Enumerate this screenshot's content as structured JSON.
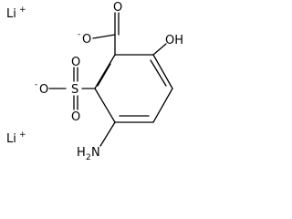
{
  "molecule": {
    "li_plus_1": {
      "symbol": "Li",
      "charge": "+"
    },
    "li_plus_2": {
      "symbol": "Li",
      "charge": "+"
    },
    "carboxylate": {
      "o_double": "O",
      "o_minus": {
        "symbol": "O",
        "charge": "-"
      }
    },
    "hydroxyl": "OH",
    "sulfonate": {
      "s": "S",
      "o_minus": {
        "symbol": "O",
        "charge": "-"
      },
      "o_up": "O",
      "o_down": "O"
    },
    "amino": {
      "h": "H",
      "h_count": "2",
      "n": "N"
    }
  }
}
